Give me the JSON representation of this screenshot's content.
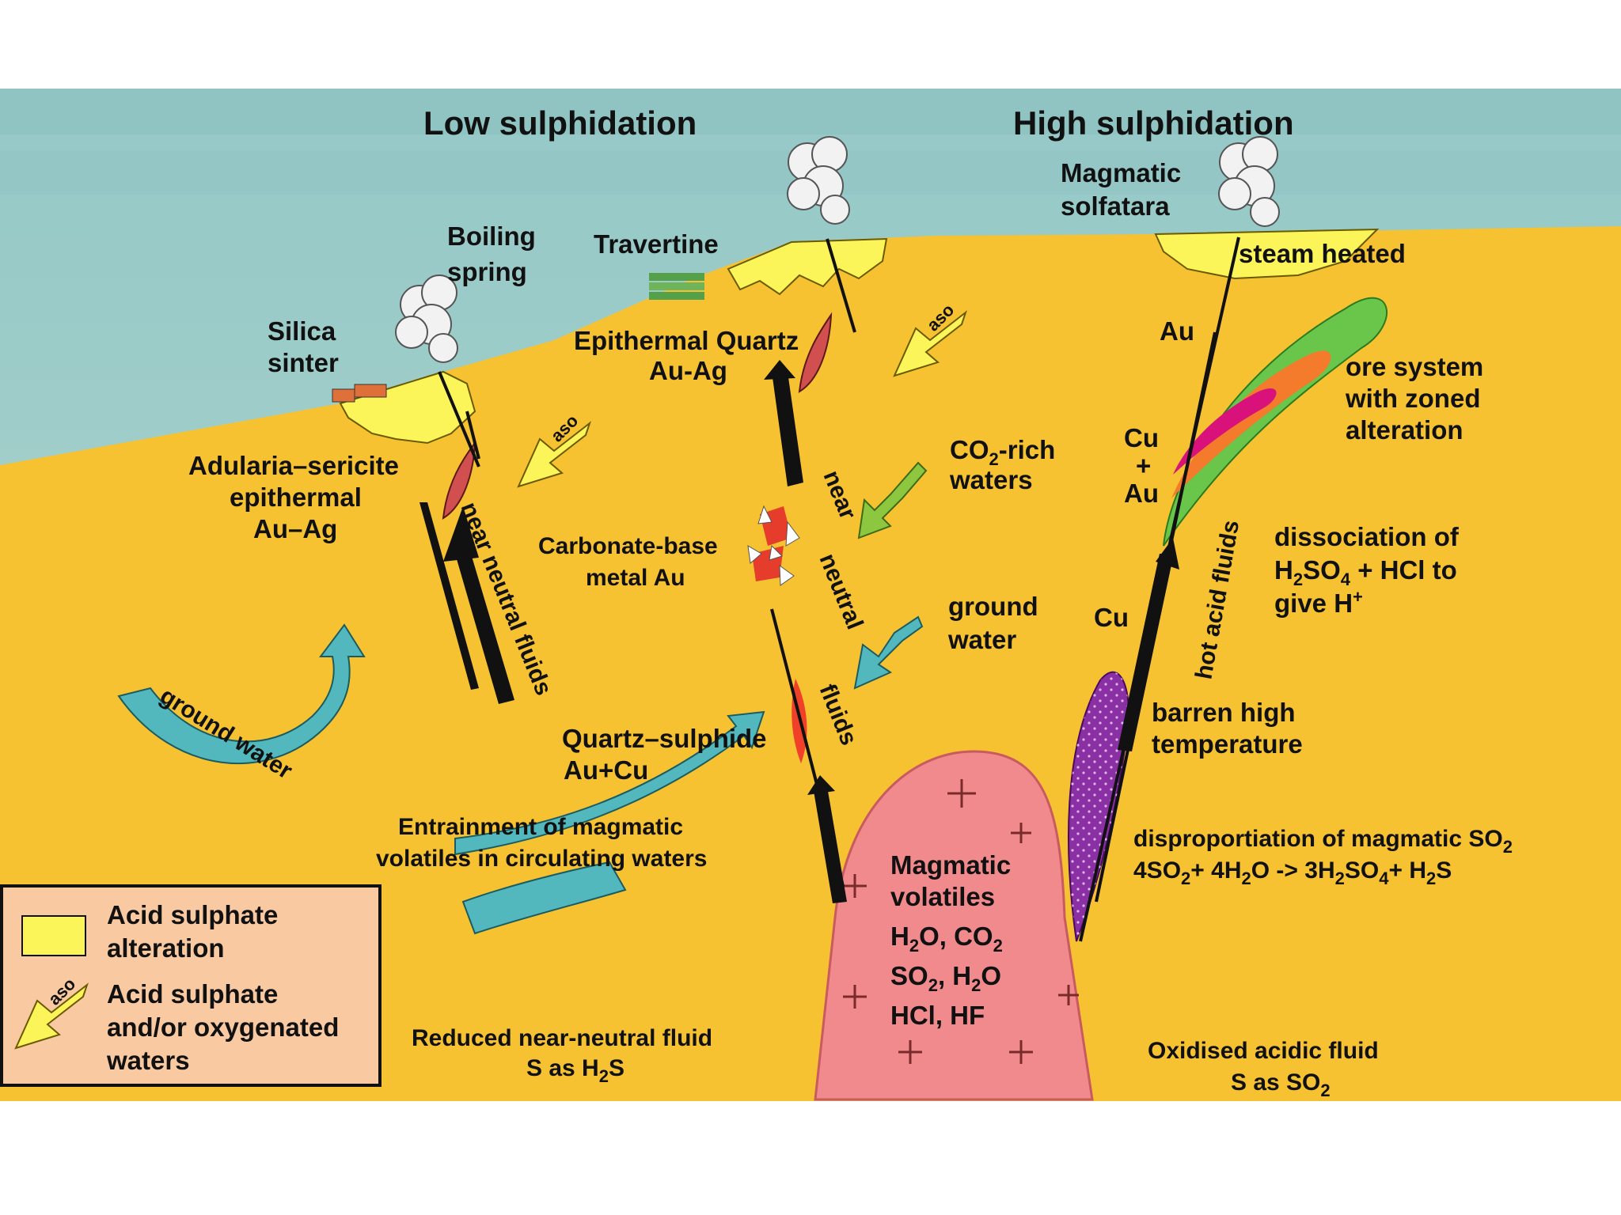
{
  "titles": {
    "low": "Low sulphidation",
    "high": "High sulphidation"
  },
  "labels": {
    "silica_sinter": [
      "Silica",
      "sinter"
    ],
    "boiling_spring": [
      "Boiling",
      "spring"
    ],
    "travertine": "Travertine",
    "magmatic_solfatara": [
      "Magmatic",
      "solfatara"
    ],
    "steam_heated": "steam heated",
    "epithermal_quartz": [
      "Epithermal Quartz",
      "Au-Ag"
    ],
    "adularia": [
      "Adularia–sericite",
      "epithermal",
      "Au–Ag"
    ],
    "near_neutral_fluids_left": "near neutral fluids",
    "near_neutral_fluids_mid": [
      "near",
      "neutral",
      "fluids"
    ],
    "carbonate_base": [
      "Carbonate-base",
      "metal Au"
    ],
    "co2_rich": {
      "pre": "CO",
      "sub": "2",
      "post": "-rich",
      "line2": "waters"
    },
    "ground_water_right": [
      "ground",
      "water"
    ],
    "ground_water_curve": "ground water",
    "quartz_sulphide": [
      "Quartz–sulphide",
      "Au+Cu"
    ],
    "entrainment": [
      "Entrainment of magmatic",
      "volatiles in circulating waters"
    ],
    "au": "Au",
    "cu_au": [
      "Cu",
      "+",
      "Au"
    ],
    "cu": "Cu",
    "hot_acid_fluids": "hot acid fluids",
    "ore_system": [
      "ore system",
      "with zoned",
      "alteration"
    ],
    "dissociation": {
      "line1": "dissociation of",
      "l2a": "H",
      "l2b": "2",
      "l2c": "SO",
      "l2d": "4",
      "l2e": " + HCl to",
      "l3a": "give H",
      "l3b": "+"
    },
    "barren": [
      "barren high",
      "temperature"
    ],
    "disproportionation": {
      "line1": "disproportiation of magmatic SO",
      "line1sub": "2",
      "eq": [
        "4SO",
        "2",
        "+ 4H",
        "2",
        "O -> 3H",
        "2",
        "SO",
        "4",
        "+ H",
        "2",
        "S"
      ]
    },
    "magmatic_volatiles": [
      "Magmatic",
      "volatiles"
    ],
    "h2o_co2": [
      "H",
      "2",
      "O, CO",
      "2"
    ],
    "so2_h2o": [
      "SO",
      "2",
      ", H",
      "2",
      "O"
    ],
    "hcl_hf": "HCl, HF",
    "reduced_fluid": {
      "line1": "Reduced near-neutral fluid",
      "l2a": "S as H",
      "l2b": "2",
      "l2c": "S"
    },
    "oxidised_fluid": {
      "line1": "Oxidised acidic fluid",
      "l2a": "S as SO",
      "l2b": "2"
    },
    "aso": "aso"
  },
  "legend": {
    "item1": [
      "Acid sulphate",
      "alteration"
    ],
    "item2": [
      "Acid sulphate",
      "and/or oxygenated",
      "waters"
    ]
  },
  "colors": {
    "sky_top": "#8fc5c4",
    "ground": "#f6c232",
    "acid_alteration": "#fbf55a",
    "water_arrow": "#52b8be",
    "magma": "#f18a8c",
    "purple_body": "#8a2fa4",
    "green_zone": "#69c64a",
    "orange_zone": "#f47a2c",
    "magenta_zone": "#d8127a",
    "legend_bg": "#f9c9a1"
  }
}
